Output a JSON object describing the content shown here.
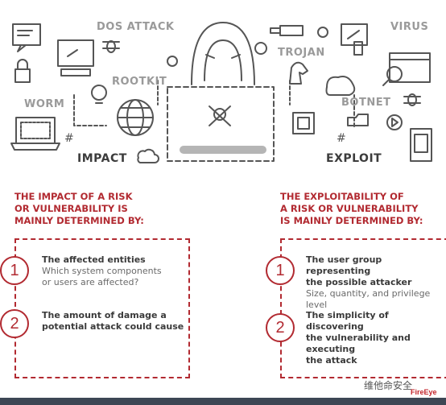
{
  "illustration": {
    "labels": {
      "dos_attack": "DOS ATTACK",
      "virus": "VIRUS",
      "rootkit": "ROOTKIT",
      "trojan": "TROJAN",
      "worm": "WORM",
      "botnet": "BOTNET",
      "impact": "IMPACT",
      "exploit": "EXPLOIT"
    }
  },
  "impact": {
    "heading_line1": "THE IMPACT OF A RISK",
    "heading_line2": "OR VULNERABILITY IS",
    "heading_line3": "MAINLY DETERMINED BY:",
    "items": [
      {
        "number": "1",
        "title": "The affected entities",
        "desc1": "Which system components",
        "desc2": "or users are affected?"
      },
      {
        "number": "2",
        "title1": "The amount of damage a",
        "title2": "potential attack could cause"
      }
    ]
  },
  "exploitability": {
    "heading_line1": "THE EXPLOITABILITY OF",
    "heading_line2": "A RISK OR VULNERABILITY",
    "heading_line3": "IS MAINLY DETERMINED BY:",
    "items": [
      {
        "number": "1",
        "title1": "The user group representing",
        "title2": "the possible attacker",
        "desc1": "Size, quantity, and privilege level"
      },
      {
        "number": "2",
        "title1": "The simplicity of discovering",
        "title2": "the vulnerability and executing",
        "title3": "the attack"
      }
    ]
  },
  "footer": {
    "watermark": "维他命安全",
    "brand": "FireEye"
  },
  "colors": {
    "accent": "#b22a31",
    "icon_stroke": "#555555",
    "label_gray": "#9a9a9a",
    "bar": "#3d4654"
  }
}
